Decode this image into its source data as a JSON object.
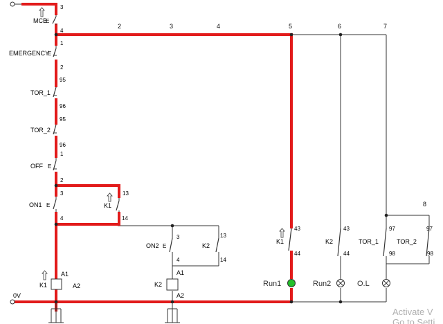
{
  "diagram": {
    "supply_label": "0V",
    "wire_numbers": {
      "w2": "2",
      "w3": "3",
      "w4": "4",
      "w5": "5",
      "w6": "6",
      "w7": "7",
      "w8": "8"
    },
    "components": {
      "mcb": {
        "name": "MCB",
        "t_top": "3",
        "t_bottom": "4"
      },
      "emergency": {
        "name": "EMERGENCY",
        "t_top": "1",
        "t_bottom": "2"
      },
      "tor1": {
        "name": "TOR_1",
        "t_top": "95",
        "t_bottom": "96"
      },
      "tor2": {
        "name": "TOR_2",
        "t_top": "95",
        "t_bottom": "96"
      },
      "off": {
        "name": "OFF",
        "t_top": "1",
        "t_bottom": "2"
      },
      "on1": {
        "name": "ON1",
        "t_top": "3",
        "t_bottom": "4"
      },
      "k1_hold": {
        "name": "K1",
        "t_top": "13",
        "t_bottom": "14"
      },
      "k1_coil": {
        "name": "K1",
        "a1": "A1",
        "a2": "A2"
      },
      "on2": {
        "name": "ON2",
        "t_top": "3",
        "t_bottom": "4"
      },
      "k2_hold": {
        "name": "K2",
        "t_top": "13",
        "t_bottom": "14"
      },
      "k2_coil": {
        "name": "K2",
        "a1": "A1",
        "a2": "A2"
      },
      "k1_run": {
        "name": "K1",
        "t_top": "43",
        "t_bottom": "44"
      },
      "k2_run": {
        "name": "K2",
        "t_top": "43",
        "t_bottom": "44"
      },
      "tor1_ol": {
        "name": "TOR_1",
        "t_top": "97",
        "t_bottom": "98"
      },
      "tor2_ol": {
        "name": "TOR_2",
        "t_top": "97",
        "t_bottom": "98"
      }
    },
    "lamps": {
      "run1": {
        "label": "Run1",
        "color": "#22c02a"
      },
      "run2": {
        "label": "Run2"
      },
      "ol": {
        "label": "O.L"
      }
    },
    "colors": {
      "energized": "#e21b1b",
      "wire": "#333333"
    }
  },
  "watermark": {
    "line1": "Activate V",
    "line2": "Go to Setti"
  }
}
